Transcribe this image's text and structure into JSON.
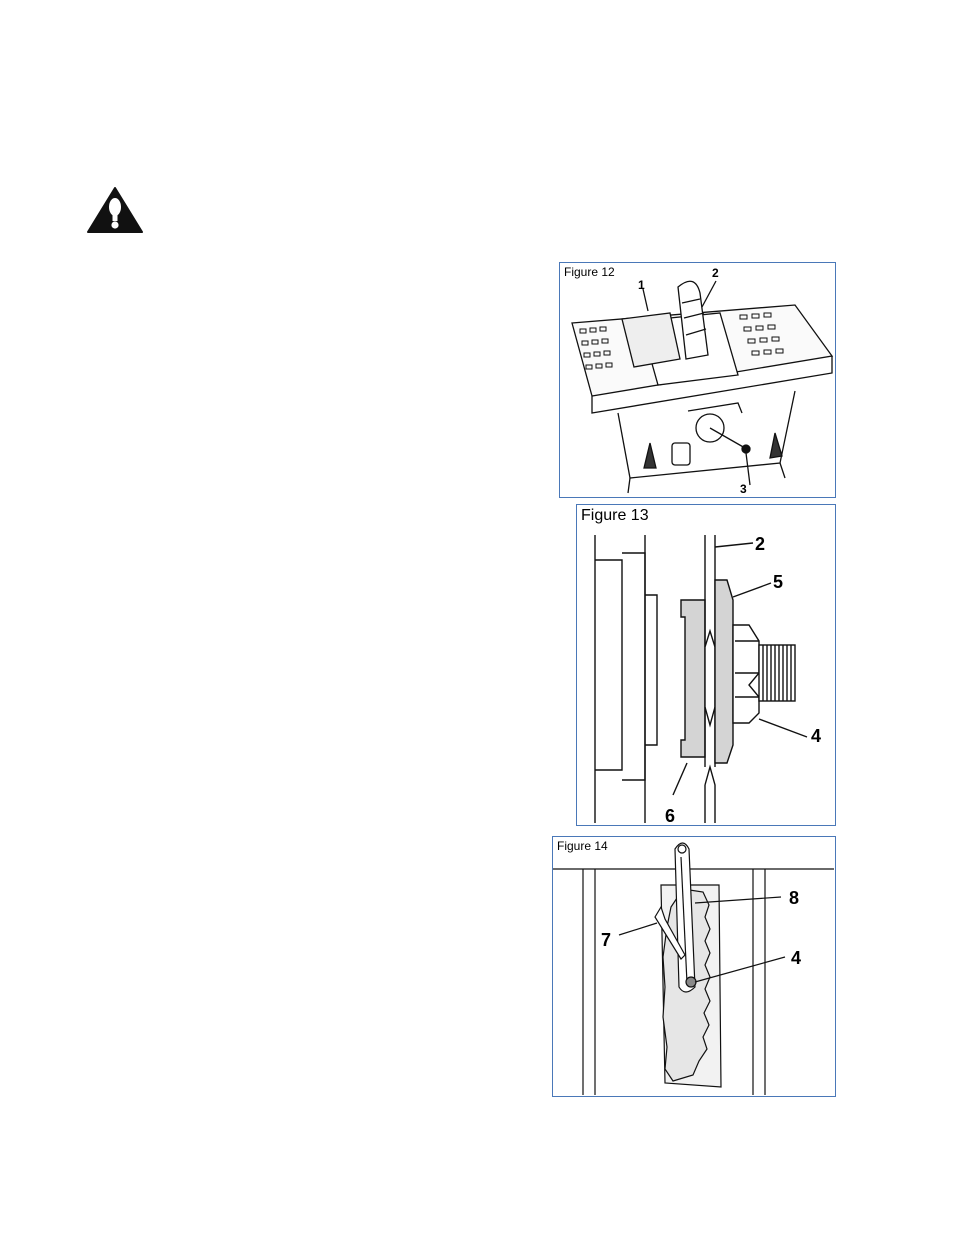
{
  "figures": [
    {
      "caption": "Figure 12",
      "callouts": [
        "1",
        "2",
        "3"
      ]
    },
    {
      "caption": "Figure 13",
      "callouts": [
        "2",
        "5",
        "4",
        "6"
      ]
    },
    {
      "caption": "Figure 14",
      "callouts": [
        "8",
        "7",
        "4"
      ]
    }
  ],
  "warning_icon": "warning-triangle-icon"
}
